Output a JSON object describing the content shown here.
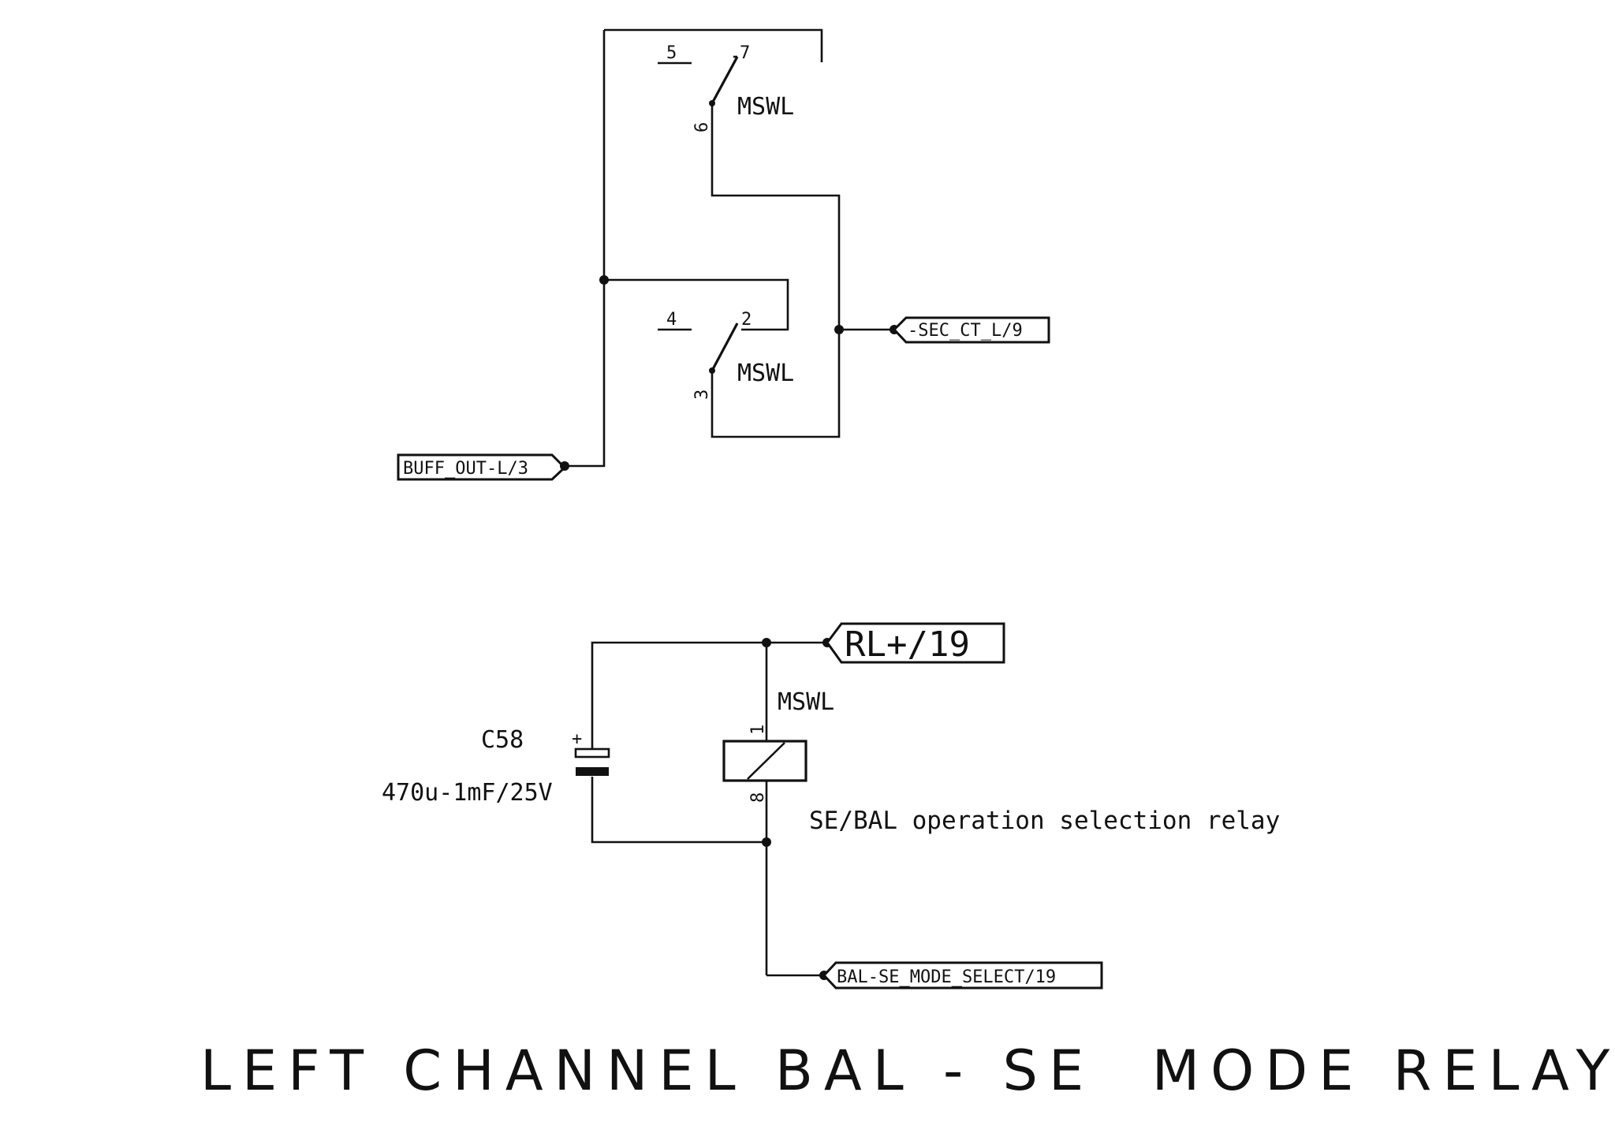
{
  "relay_top": {
    "pin_5": "5",
    "pin_7": "7",
    "pin_6": "6",
    "part": "MSWL"
  },
  "relay_mid": {
    "pin_4": "4",
    "pin_2": "2",
    "pin_3": "3",
    "part": "MSWL"
  },
  "net_labels": {
    "sec_ct": "-SEC_CT_L/9",
    "buff_out": "BUFF_OUT-L/3",
    "rl_plus": "RL+/19",
    "bal_se": "BAL-SE_MODE_SELECT/19"
  },
  "capacitor": {
    "ref": "C58",
    "value": "470u-1mF/25V",
    "polarity": "+"
  },
  "coil": {
    "part": "MSWL",
    "pin_1": "1",
    "pin_8": "8",
    "description": "SE/BAL operation selection relay"
  },
  "title": "LEFT CHANNEL BAL - SE  MODE RELAY"
}
